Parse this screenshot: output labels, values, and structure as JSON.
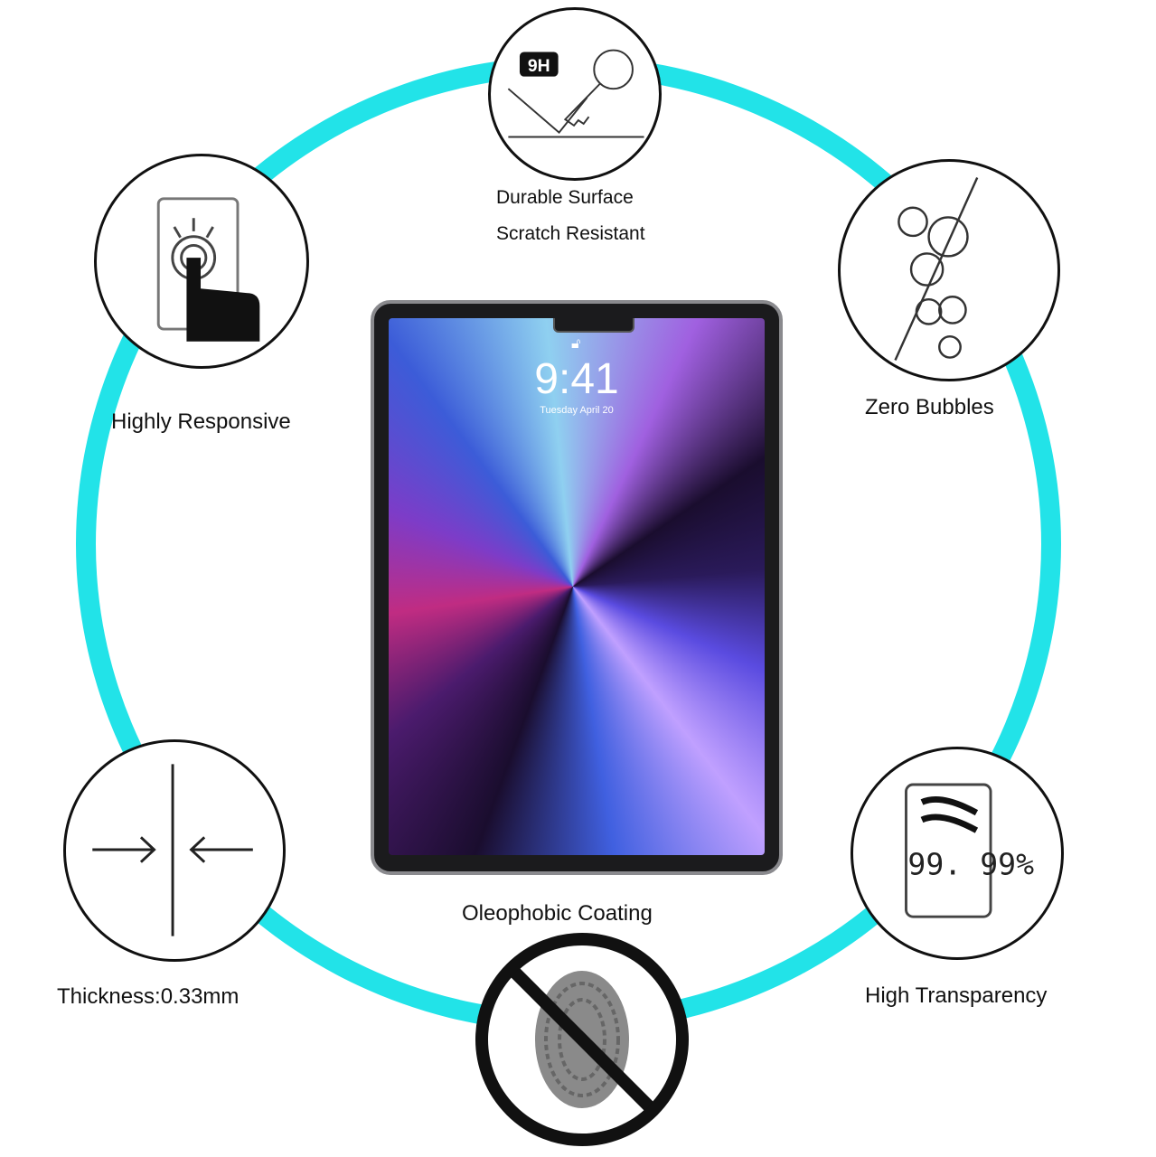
{
  "features": {
    "durable_line1": "Durable Surface",
    "durable_line2": "Scratch Resistant",
    "durable_badge": "9H",
    "responsive": "Highly Responsive",
    "bubbles": "Zero Bubbles",
    "thickness": "Thickness:0.33mm",
    "transparency": "High Transparency",
    "transparency_value": "99. 99%",
    "oleophobic": "Oleophobic Coating"
  },
  "device": {
    "time": "9:41",
    "date": "Tuesday April 20"
  },
  "colors": {
    "ring": "#22e3e8"
  }
}
